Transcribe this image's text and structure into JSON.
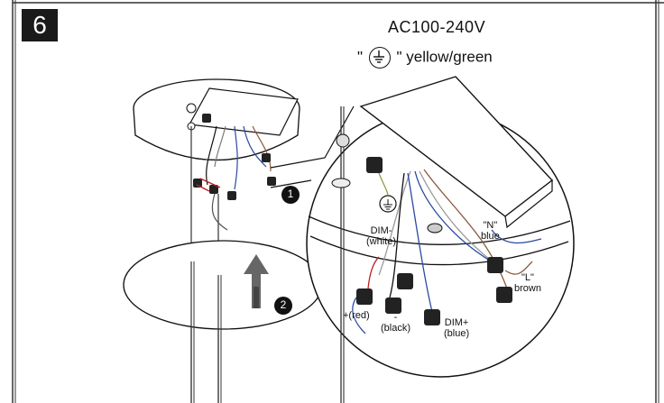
{
  "step_number": "6",
  "voltage_label": "AC100-240V",
  "ground_note": {
    "quote_open": "\"",
    "quote_close": "\"",
    "text": "yellow/green"
  },
  "callouts": [
    "1",
    "2"
  ],
  "wire_labels": {
    "dim_minus": "DIM-",
    "dim_minus_color": "(white)",
    "neutral": "\"N\"",
    "neutral_color": "blue",
    "live": "\"L\"",
    "live_color": "brown",
    "plus": "+(red)",
    "minus": "-",
    "minus_color": "(black)",
    "dim_plus": "DIM+",
    "dim_plus_color": "(blue)"
  }
}
